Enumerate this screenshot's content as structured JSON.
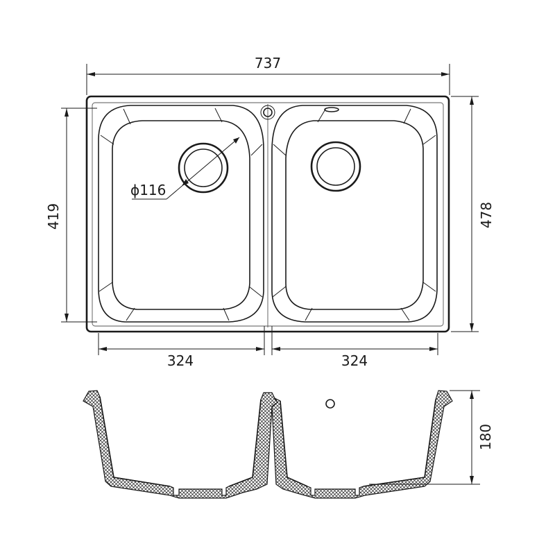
{
  "dimensions": {
    "overall_width": "737",
    "overall_depth": "478",
    "bowl_depth": "419",
    "left_bowl_width": "324",
    "right_bowl_width": "324",
    "drain_diameter": "ϕ116",
    "bowl_height": "180"
  },
  "colors": {
    "line": "#1a1a1a",
    "background": "#ffffff"
  }
}
